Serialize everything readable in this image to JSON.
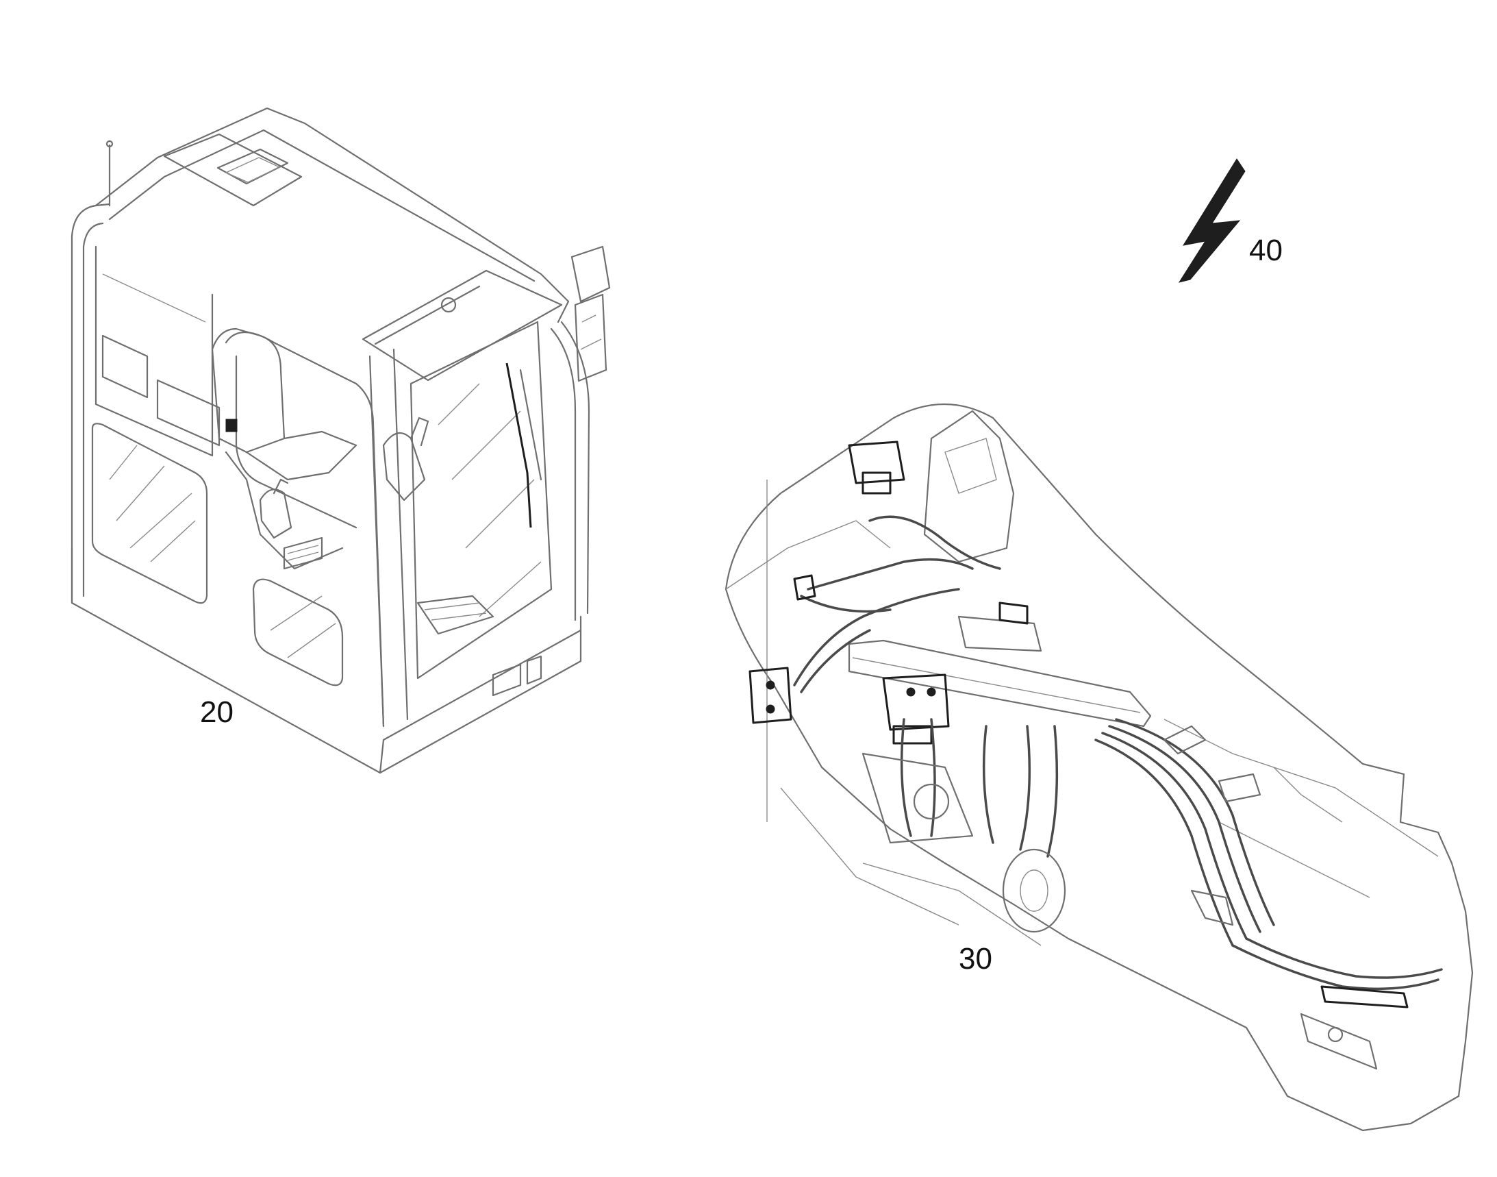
{
  "figure": {
    "labels": {
      "cab": "20",
      "hydraulics": "30",
      "electric_symbol": "40"
    }
  },
  "colors": {
    "line": "#6f6f6f",
    "dark": "#1e1e1e",
    "background": "#ffffff"
  },
  "icons": [
    "lightning-bolt-icon"
  ]
}
